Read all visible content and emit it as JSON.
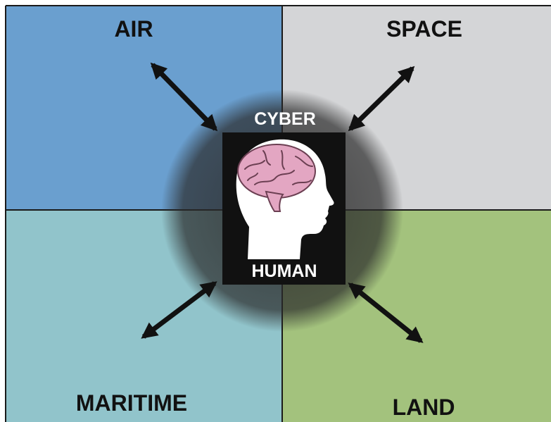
{
  "domains": {
    "air": {
      "label": "AIR",
      "color": "#6a9fcf"
    },
    "space": {
      "label": "SPACE",
      "color": "#d4d5d7"
    },
    "maritime": {
      "label": "MARITIME",
      "color": "#91c4cb"
    },
    "land": {
      "label": "LAND",
      "color": "#a3c27d"
    }
  },
  "center": {
    "top_label": "CYBER",
    "bottom_label": "HUMAN",
    "box_color": "#111111",
    "circle_color": "#333333",
    "brain_color": "#e3a6c2",
    "head_color": "#ffffff"
  },
  "connectors": [
    "air",
    "space",
    "maritime",
    "land"
  ]
}
